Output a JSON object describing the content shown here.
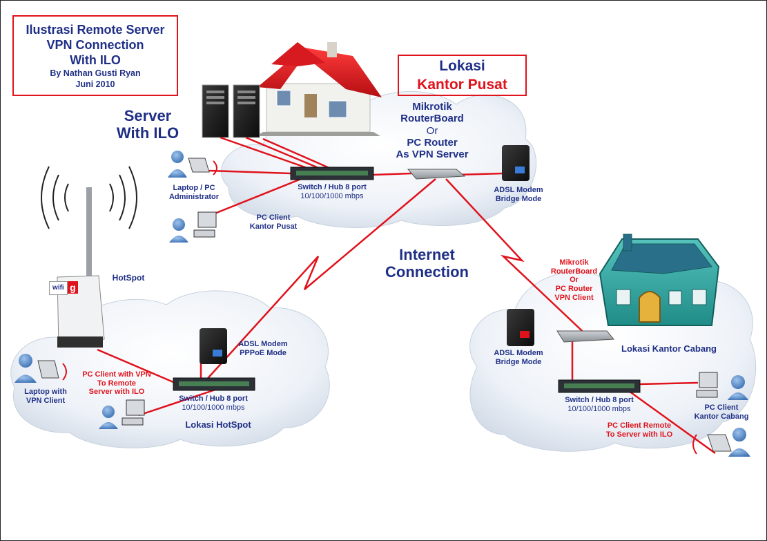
{
  "title": {
    "line1": "Ilustrasi Remote Server",
    "line2": "VPN Connection",
    "line3": "With ILO",
    "author": "By Nathan Gusti Ryan",
    "date": "Juni 2010"
  },
  "pusat": {
    "location_line1": "Lokasi",
    "location_line2": "Kantor Pusat",
    "server_label_line1": "Server",
    "server_label_line2": "With ILO",
    "router_line1": "Mikrotik",
    "router_line2": "RouterBoard",
    "router_line3": "Or",
    "router_line4": "PC Router",
    "router_line5": "As VPN Server",
    "laptop_line1": "Laptop / PC",
    "laptop_line2": "Administrator",
    "switch_line1": "Switch / Hub 8 port",
    "switch_line2": "10/100/1000 mbps",
    "modem_line1": "ADSL Modem",
    "modem_line2": "Bridge Mode",
    "client_line1": "PC Client",
    "client_line2": "Kantor Pusat"
  },
  "internet": {
    "line1": "Internet",
    "line2": "Connection"
  },
  "hotspot": {
    "ap_label": "HotSpot",
    "wifi_badge": "wifi",
    "wifi_letter": "g",
    "laptop_line1": "Laptop with",
    "laptop_line2": "VPN Client",
    "vpn_client_line1": "PC Client with VPN",
    "vpn_client_line2": "To Remote",
    "vpn_client_line3": "Server with ILO",
    "modem_line1": "ADSL Modem",
    "modem_line2": "PPPoE Mode",
    "switch_line1": "Switch / Hub 8 port",
    "switch_line2": "10/100/1000 mbps",
    "location": "Lokasi HotSpot"
  },
  "cabang": {
    "router_line1": "Mikrotik",
    "router_line2": "RouterBoard",
    "router_line3": "Or",
    "router_line4": "PC Router",
    "router_line5": "VPN Client",
    "location": "Lokasi Kantor Cabang",
    "modem_line1": "ADSL Modem",
    "modem_line2": "Bridge Mode",
    "switch_line1": "Switch / Hub 8 port",
    "switch_line2": "10/100/1000 mbps",
    "client_line1": "PC Client",
    "client_line2": "Kantor Cabang",
    "remote_line1": "PC Client Remote",
    "remote_line2": "To Server with ILO"
  },
  "colors": {
    "label_blue": "#1f2f86",
    "accent_red": "#e0121b",
    "cloud": "#e8eef5",
    "link": "#e0121b"
  },
  "icons": [
    "house-red-roof-icon",
    "house-green-icon",
    "server-tower-icon",
    "laptop-icon",
    "pc-user-icon",
    "switch-icon",
    "router-icon",
    "adsl-modem-icon",
    "antenna-icon",
    "wireless-ap-icon",
    "wifi-badge-icon",
    "lightning-link-icon"
  ]
}
